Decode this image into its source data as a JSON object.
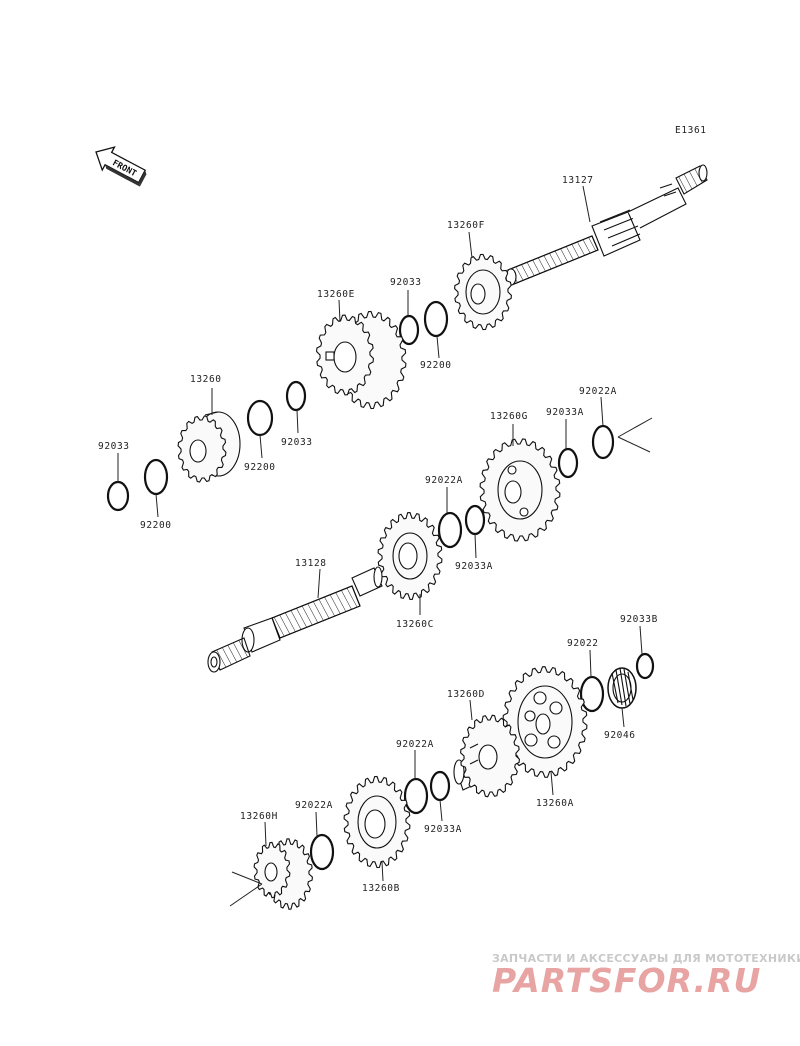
{
  "diagram_code": "E1361",
  "front_badge": "FRONT",
  "parts": {
    "upper_shaft": "13127",
    "gear_f": "13260F",
    "circlip_92033_a": "92033",
    "washer_92200_a": "92200",
    "gear_e": "13260E",
    "gear_base": "13260",
    "washer_92200_b": "92200",
    "circlip_92033_b": "92033",
    "circlip_92033_c": "92033",
    "washer_92200_c": "92200",
    "gear_g": "13260G",
    "circlip_92033a_a": "92033A",
    "washer_92022a_a": "92022A",
    "washer_92022a_b": "92022A",
    "circlip_92033a_b": "92033A",
    "lower_shaft": "13128",
    "gear_c": "13260C",
    "circlip_92033b": "92033B",
    "washer_92022": "92022",
    "bearing_92046": "92046",
    "gear_d": "13260D",
    "gear_a": "13260A",
    "washer_92022a_c": "92022A",
    "circlip_92033a_c": "92033A",
    "gear_h": "13260H",
    "washer_92022a_d": "92022A",
    "gear_b": "13260B"
  },
  "watermark": {
    "tagline": "ЗАПЧАСТИ И АКСЕССУАРЫ ДЛЯ МОТОТЕХНИКИ",
    "logo": "PARTSFOR.RU",
    "logo_color": "#e8a3a3"
  }
}
